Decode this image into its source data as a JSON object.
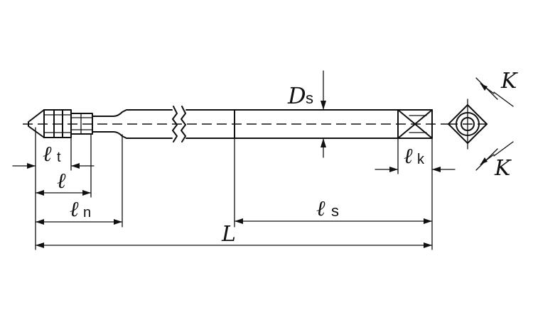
{
  "labels": {
    "ds_letter": "D",
    "ds_sub": "s",
    "lt_letter": "ℓ",
    "lt_sub": "t",
    "l_letter": "ℓ",
    "ln_letter": "ℓ",
    "ln_sub": "n",
    "ls_letter": "ℓ",
    "ls_sub": "s",
    "lk_letter": "ℓ",
    "lk_sub": "k",
    "total_length": "L",
    "k_top": "K",
    "k_bottom": "K"
  }
}
